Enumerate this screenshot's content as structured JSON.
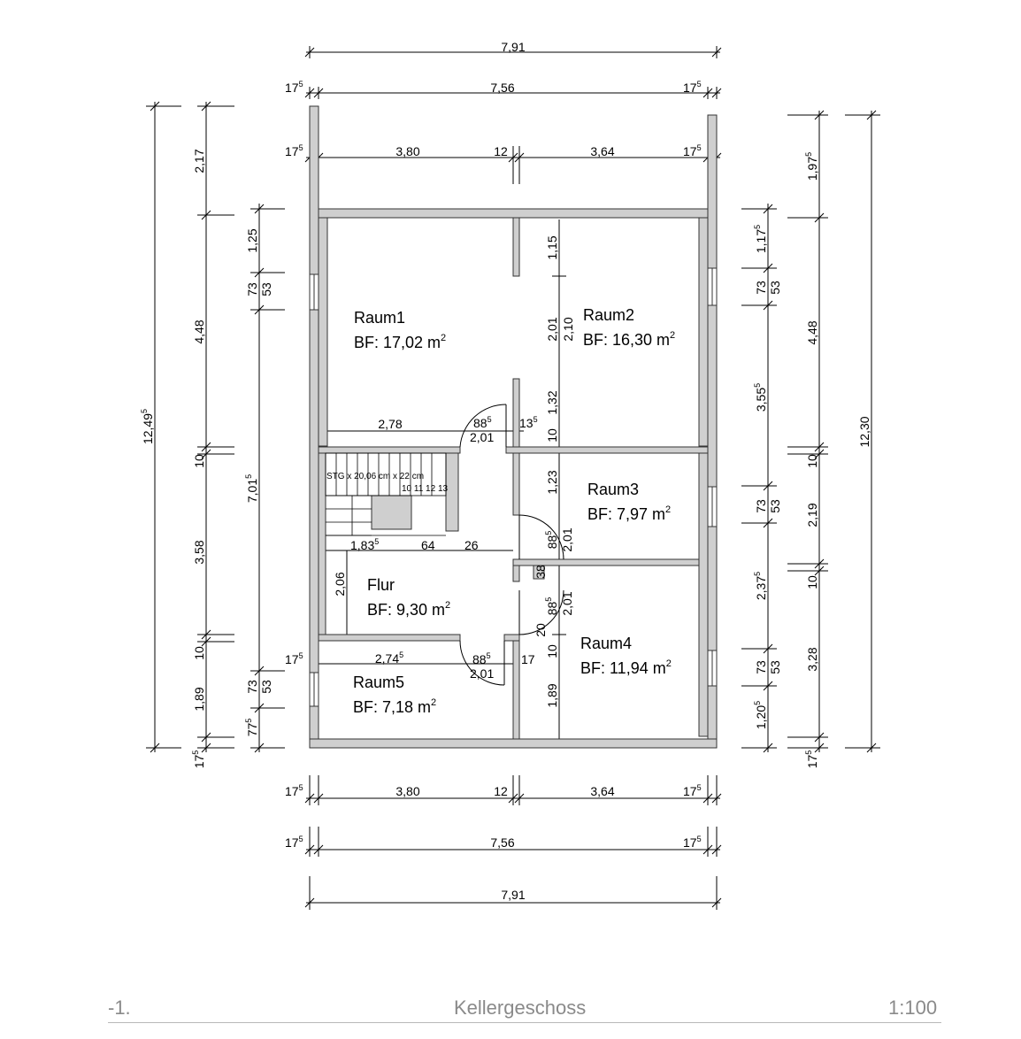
{
  "rooms": [
    {
      "name": "Raum1",
      "area": "BF: 17,02 m",
      "sup": "2"
    },
    {
      "name": "Raum2",
      "area": "BF: 16,30 m",
      "sup": "2"
    },
    {
      "name": "Raum3",
      "area": "BF: 7,97 m",
      "sup": "2"
    },
    {
      "name": "Raum4",
      "area": "BF: 11,94 m",
      "sup": "2"
    },
    {
      "name": "Raum5",
      "area": "BF: 7,18 m",
      "sup": "2"
    },
    {
      "name": "Flur",
      "area": "BF: 9,30 m",
      "sup": "2"
    }
  ],
  "dims": {
    "top_total": "7,91",
    "top_inner": "7,56",
    "top_left": "3,80",
    "top_mid": "12",
    "top_right": "3,64",
    "bot_total": "7,91",
    "bot_inner": "7,56",
    "bot_left": "3,80",
    "bot_mid": "12",
    "bot_right": "3,64",
    "t175": "17",
    "sup5": "5",
    "left_total": "12,49",
    "left_217": "2,17",
    "left_448": "4,48",
    "left_10a": "10",
    "left_358": "3,58",
    "left_10b": "10",
    "left_189": "1,89",
    "left_775": "77",
    "left_175": "17",
    "left2_125": "1,25",
    "left2_73a": "73",
    "left2_53a": "53",
    "left2_7015": "7,01",
    "left2_73b": "73",
    "left2_53b": "53",
    "right_total": "12,30",
    "right_1975": "1,97",
    "right_448": "4,48",
    "right_10a": "10",
    "right_219": "2,19",
    "right_10b": "10",
    "right_328": "3,28",
    "right_175": "17",
    "right2_1175": "1,17",
    "right2_73a": "73",
    "right2_53a": "53",
    "right2_355": "3,55",
    "right2_73b": "73",
    "right2_53b": "53",
    "right2_2375": "2,37",
    "right2_73c": "73",
    "right2_53c": "53",
    "right2_1205": "1,20",
    "in_278": "2,78",
    "in_885a": "88",
    "in_201a": "2,01",
    "in_135": "13",
    "in_115": "1,15",
    "in_201b": "2,01",
    "in_210": "2,10",
    "in_132": "1,32",
    "in_10a": "10",
    "in_123": "1,23",
    "in_885b": "88",
    "in_201c": "2,01",
    "in_38": "38",
    "in_885c": "88",
    "in_201d": "2,01",
    "in_20": "20",
    "in_10b": "10",
    "in_189": "1,89",
    "in_2745": "2,74",
    "in_885d": "88",
    "in_201e": "2,01",
    "in_17": "17",
    "in_206": "2,06",
    "in_1835": "1,83",
    "in_64": "64",
    "in_26": "26",
    "stair_label": "STG x 20,06 cm x 22 cm",
    "stair_nums": "10 11 12 13"
  },
  "footer": {
    "level": "-1.",
    "title": "Kellergeschoss",
    "scale": "1:100"
  }
}
